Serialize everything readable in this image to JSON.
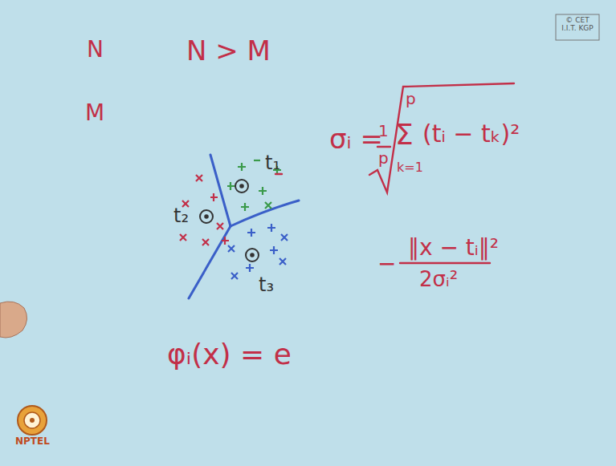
{
  "diagram": {
    "labels": [
      "© CET I.I.T. KGP",
      "N",
      "M",
      "N > M",
      "t₁",
      "t₂",
      "t₃",
      "σᵢ =",
      "1",
      "p",
      "p",
      "Σ",
      "(tᵢ − tₖ)²",
      "k=1",
      "−",
      "‖x − tᵢ‖²",
      "2σᵢ²",
      "φᵢ(x) = e",
      "NPTEL"
    ]
  }
}
